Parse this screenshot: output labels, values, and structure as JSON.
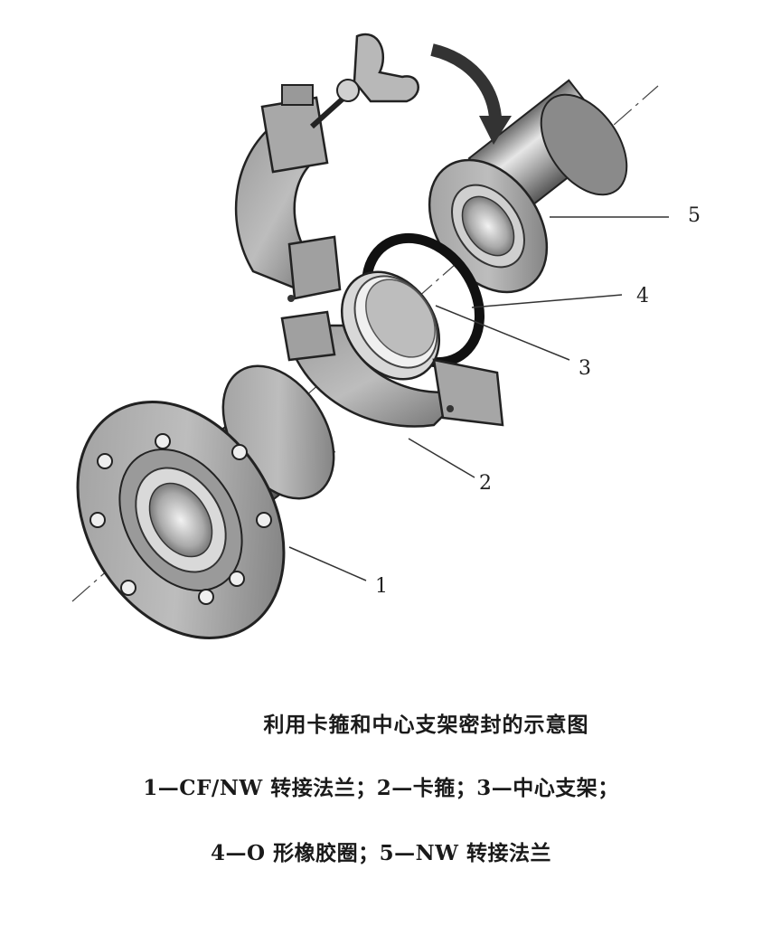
{
  "figure": {
    "callouts": [
      {
        "id": "1",
        "label": "1"
      },
      {
        "id": "2",
        "label": "2"
      },
      {
        "id": "3",
        "label": "3"
      },
      {
        "id": "4",
        "label": "4"
      },
      {
        "id": "5",
        "label": "5"
      }
    ]
  },
  "caption": {
    "title": "利用卡箍和中心支架密封的示意图",
    "legend_line_1": "1—CF/NW 转接法兰；2—卡箍；3—中心支架；",
    "legend_line_2": "4—O 形橡胶圈；5—NW 转接法兰"
  }
}
